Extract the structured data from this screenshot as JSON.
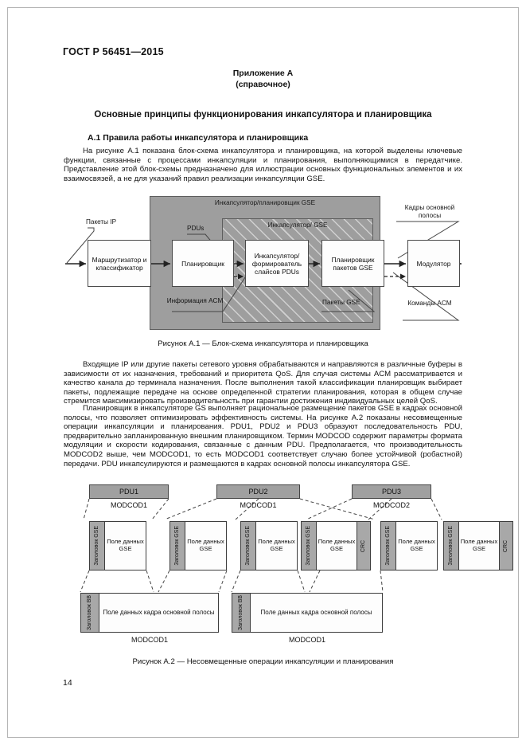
{
  "document": {
    "standard_id": "ГОСТ Р 56451—2015",
    "page_number": "14"
  },
  "annex": {
    "label": "Приложение А",
    "sub": "(справочное)",
    "title": "Основные принципы функционирования инкапсулятора и планировщика",
    "subsection_title": "А.1 Правила работы инкапсулятора и планировщика"
  },
  "paragraphs": {
    "p1": "На рисунке А.1 показана блок-схема инкапсулятора и планировщика, на которой выделены ключевые функции, связанные с процессами инкапсуляции и планирования, выполняющимися в передатчике. Представление этой блок-схемы предназначено для иллюстрации основных функциональных элементов и их взаимосвязей, а не для указаний правил реализации инкапсуляции GSE.",
    "p2": "Входящие IP или другие пакеты сетевого уровня обрабатываются и направляются в различные буферы в зависимости от их назначения, требований и приоритета QoS. Для случая системы ACM рассматривается и качество канала до терминала назначения. После выполнения такой классификации планировщик выбирает пакеты, подлежащие передаче на основе определенной стратегии планирования, которая в общем случае стремится максимизировать производительность при гарантии достижения индивидуальных целей QoS.",
    "p3": "Планировщик в инкапсуляторе GS выполняет рациональное размещение пакетов GSE в кадрах основной полосы, что позволяет оптимизировать эффективность системы. На рисунке А.2 показаны несовмещенные операции инкапсуляции и планирования. PDU1, PDU2 и PDU3 образуют последовательность PDU, предварительно запланированную внешним планировщиком. Термин MODCOD содержит параметры формата модуляции и скорости кодирования, связанные с данным PDU. Предполагается, что производительность MODCOD2 выше, чем MODCOD1, то есть MODCOD1 соответствует случаю более устойчивой (робастной) передачи. PDU инкапсулируются и размещаются в кадрах основной полосы инкапсулятора GSE."
  },
  "figure_a1": {
    "caption": "Рисунок А.1 — Блок-схема инкапсулятора и планировщика",
    "outer_container_label": "Инкапсулятор/планировщик GSE",
    "inner_container_label": "Инкапсулятор/ GSE",
    "blocks": {
      "router": "Маршрутизатор и классификатор",
      "scheduler": "Планировщик",
      "encapsulator": "Инкапсулятор/ формирователь слайсов PDUs",
      "gse_scheduler": "Планировщик пакетов GSE",
      "modulator": "Модулятор"
    },
    "labels": {
      "ip_packets": "Пакеты IP",
      "pdus": "PDUs",
      "acm_info": "Информация ACM",
      "gse_packets": "Пакеты GSE",
      "baseband_frames": "Кадры основной полосы",
      "acm_commands": "Команды ACM"
    }
  },
  "figure_a2": {
    "caption": "Рисунок А.2 — Несовмещенные операции инкапсуляции и планирования",
    "pdus": [
      {
        "name": "PDU1",
        "modcod": "MODCOD1"
      },
      {
        "name": "PDU2",
        "modcod": "MODCOD1"
      },
      {
        "name": "PDU3",
        "modcod": "MODCOD2"
      }
    ],
    "gse_header_label": "Заголовок GSE",
    "gse_payload_label": "Поле данных GSE",
    "crc_label": "CRC",
    "bb_header_label": "Заголовок ВВ",
    "bb_payload_label": "Поле данных кадра основной полосы",
    "baseband_frames": [
      {
        "modcod": "MODCOD1"
      },
      {
        "modcod": "MODCOD1"
      }
    ]
  }
}
